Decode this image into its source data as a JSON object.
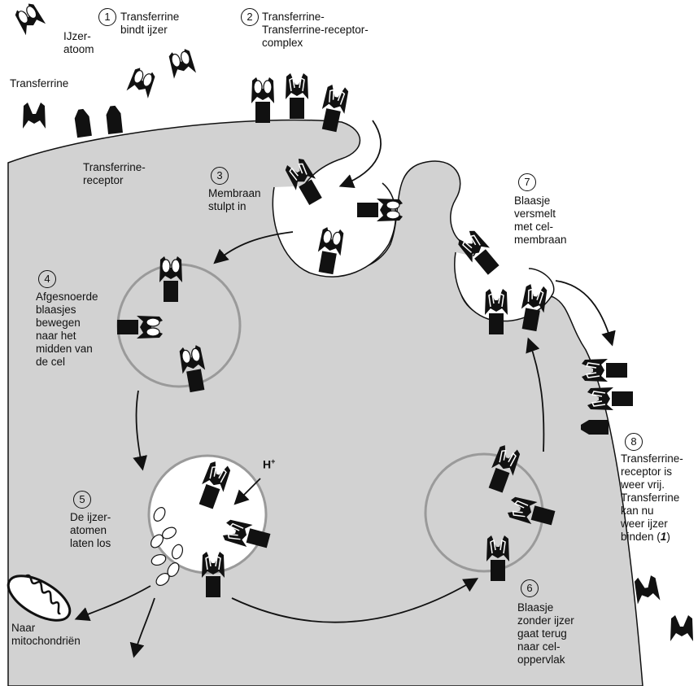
{
  "steps": [
    {
      "num": "1",
      "text": "Transferrine\nbindt ijzer"
    },
    {
      "num": "2",
      "text": "Transferrine-\nTransferrine-receptor-\ncomplex"
    },
    {
      "num": "3",
      "text": "Membraan\nstulpt in"
    },
    {
      "num": "4",
      "text": "Afgesnoerde\nblaasjes\nbewegen\nnaar het\nmidden van\nde cel"
    },
    {
      "num": "5",
      "text": "De ijzer-\natomen\nlaten los"
    },
    {
      "num": "6",
      "text": "Blaasje\nzonder ijzer\ngaat terug\nnaar cel-\noppervlak"
    },
    {
      "num": "7",
      "text": "Blaasje\nversmelt\nmet cel-\nmembraan"
    },
    {
      "num": "8",
      "text": "Transferrine-\nreceptor is\nweer vrij.\nTransferrine\nkan nu\nweer ijzer\nbinden (1)"
    }
  ],
  "labels": {
    "ijzeratoom": "IJzer-\natoom",
    "transferrine": "Transferrine",
    "receptor": "Transferrine-\nreceptor",
    "mito": "Naar\nmitochondriën",
    "hplus": "H",
    "hplus_sup": "+"
  },
  "colors": {
    "cell": "#d2d2d2",
    "vesicle_ring": "#9a9a9a",
    "ink": "#111111"
  }
}
